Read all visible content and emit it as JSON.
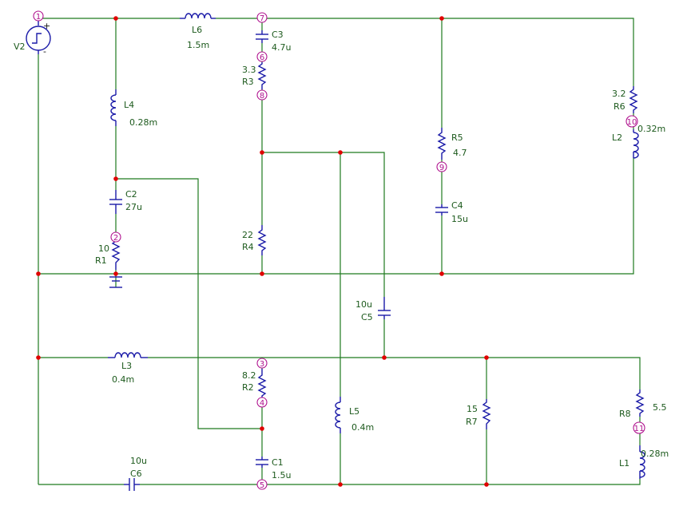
{
  "colors": {
    "wire": "#1f7a1f",
    "component": "#1a1aa8",
    "junction": "#e00000",
    "node_marker": "#b0138f",
    "label": "#1d5a1d"
  },
  "source": {
    "name": "V2"
  },
  "nodes": [
    "1",
    "2",
    "3",
    "4",
    "5",
    "6",
    "7",
    "8",
    "9",
    "10",
    "11"
  ],
  "components": {
    "L6": {
      "name": "L6",
      "value": "1.5m"
    },
    "L4": {
      "name": "L4",
      "value": "0.28m"
    },
    "C3": {
      "name": "C3",
      "value": "4.7u"
    },
    "R3": {
      "name": "R3",
      "value": "3.3"
    },
    "R5": {
      "name": "R5",
      "value": "4.7"
    },
    "R6": {
      "name": "R6",
      "value": "3.2"
    },
    "L2": {
      "name": "L2",
      "value": "0.32m"
    },
    "C2": {
      "name": "C2",
      "value": "27u"
    },
    "R1": {
      "name": "R1",
      "value": "10"
    },
    "R4": {
      "name": "R4",
      "value": "22"
    },
    "C4": {
      "name": "C4",
      "value": "15u"
    },
    "C5": {
      "name": "C5",
      "value": "10u"
    },
    "L3": {
      "name": "L3",
      "value": "0.4m"
    },
    "R2": {
      "name": "R2",
      "value": "8.2"
    },
    "L5": {
      "name": "L5",
      "value": "0.4m"
    },
    "R7": {
      "name": "R7",
      "value": "15"
    },
    "R8": {
      "name": "R8",
      "value": "5.5"
    },
    "L1": {
      "name": "L1",
      "value": "0.28m"
    },
    "C1": {
      "name": "C1",
      "value": "1.5u"
    },
    "C6": {
      "name": "C6",
      "value": "10u"
    }
  }
}
